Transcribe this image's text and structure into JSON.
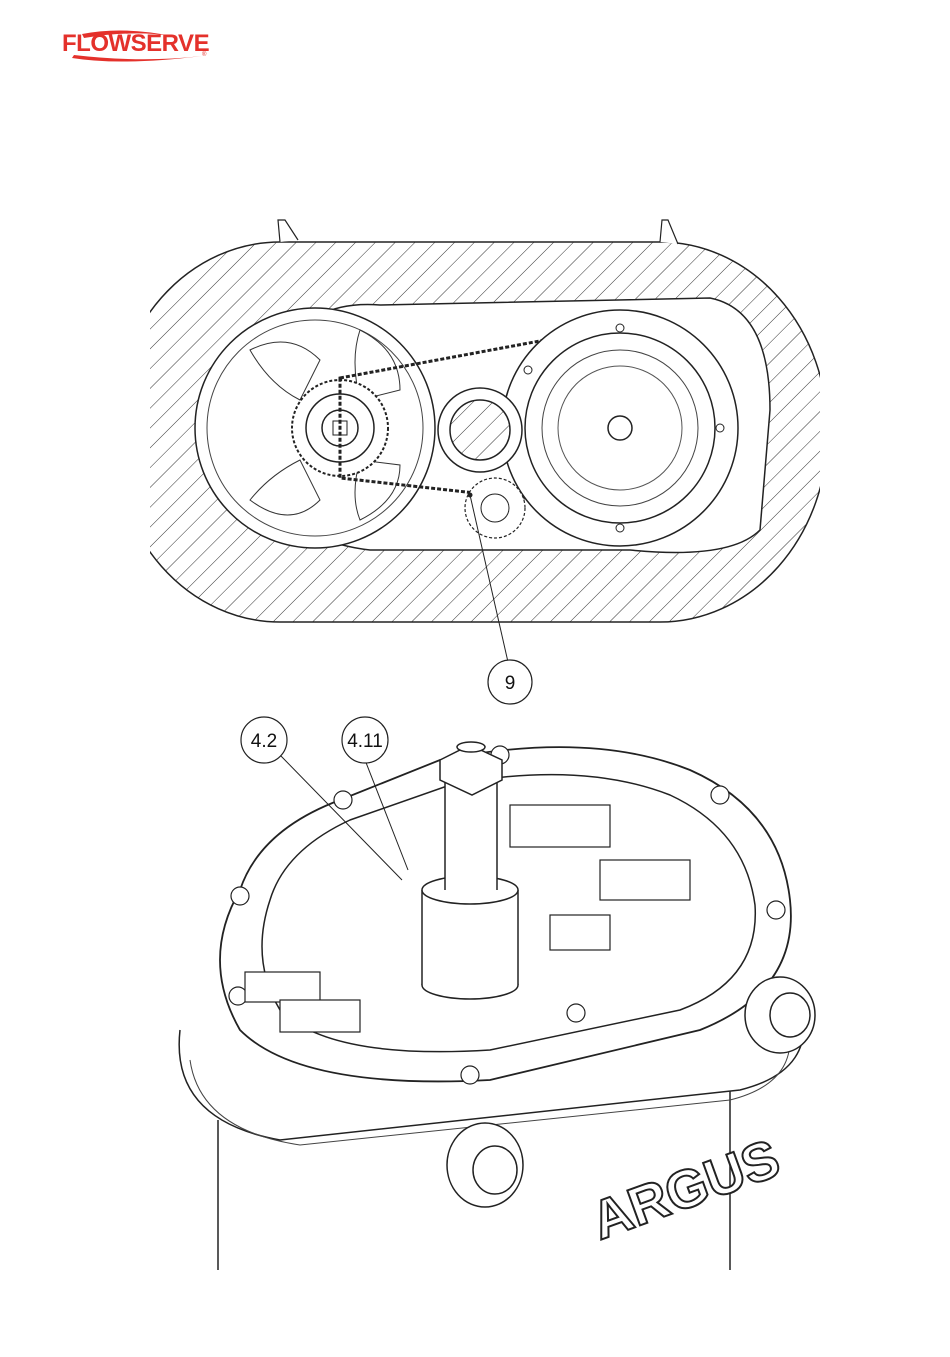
{
  "brand": {
    "name": "FLOWSERVE",
    "color": "#e4312b"
  },
  "callouts": {
    "c9": "9",
    "c42": "4.2",
    "c411": "4.11"
  },
  "housing_text": "ARGUS"
}
